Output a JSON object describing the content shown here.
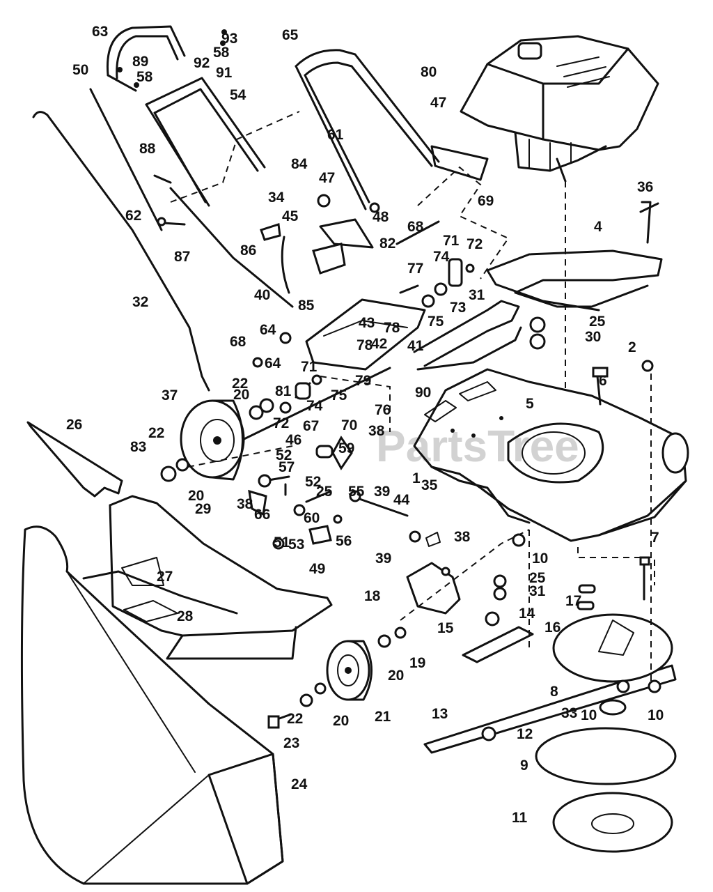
{
  "watermark": "PartsTree",
  "labels": [
    "63",
    "93",
    "58",
    "65",
    "50",
    "89",
    "92",
    "58",
    "91",
    "80",
    "54",
    "47",
    "61",
    "88",
    "84",
    "47",
    "69",
    "36",
    "62",
    "34",
    "45",
    "48",
    "68",
    "4",
    "86",
    "82",
    "71",
    "72",
    "87",
    "74",
    "77",
    "32",
    "40",
    "85",
    "73",
    "31",
    "43",
    "78",
    "25",
    "64",
    "42",
    "78",
    "41",
    "75",
    "30",
    "2",
    "68",
    "64",
    "71",
    "79",
    "6",
    "22",
    "81",
    "37",
    "90",
    "75",
    "20",
    "74",
    "76",
    "5",
    "26",
    "72",
    "67",
    "70",
    "38",
    "22",
    "83",
    "46",
    "59",
    "52",
    "1",
    "35",
    "20",
    "57",
    "52",
    "55",
    "39",
    "44",
    "38",
    "66",
    "25",
    "60",
    "53",
    "56",
    "51",
    "49",
    "39",
    "38",
    "10",
    "7",
    "27",
    "25",
    "18",
    "31",
    "17",
    "16",
    "29",
    "28",
    "15",
    "14",
    "8",
    "19",
    "20",
    "10",
    "10",
    "21",
    "20",
    "33",
    "22",
    "13",
    "23",
    "12",
    "9",
    "24",
    "11"
  ]
}
